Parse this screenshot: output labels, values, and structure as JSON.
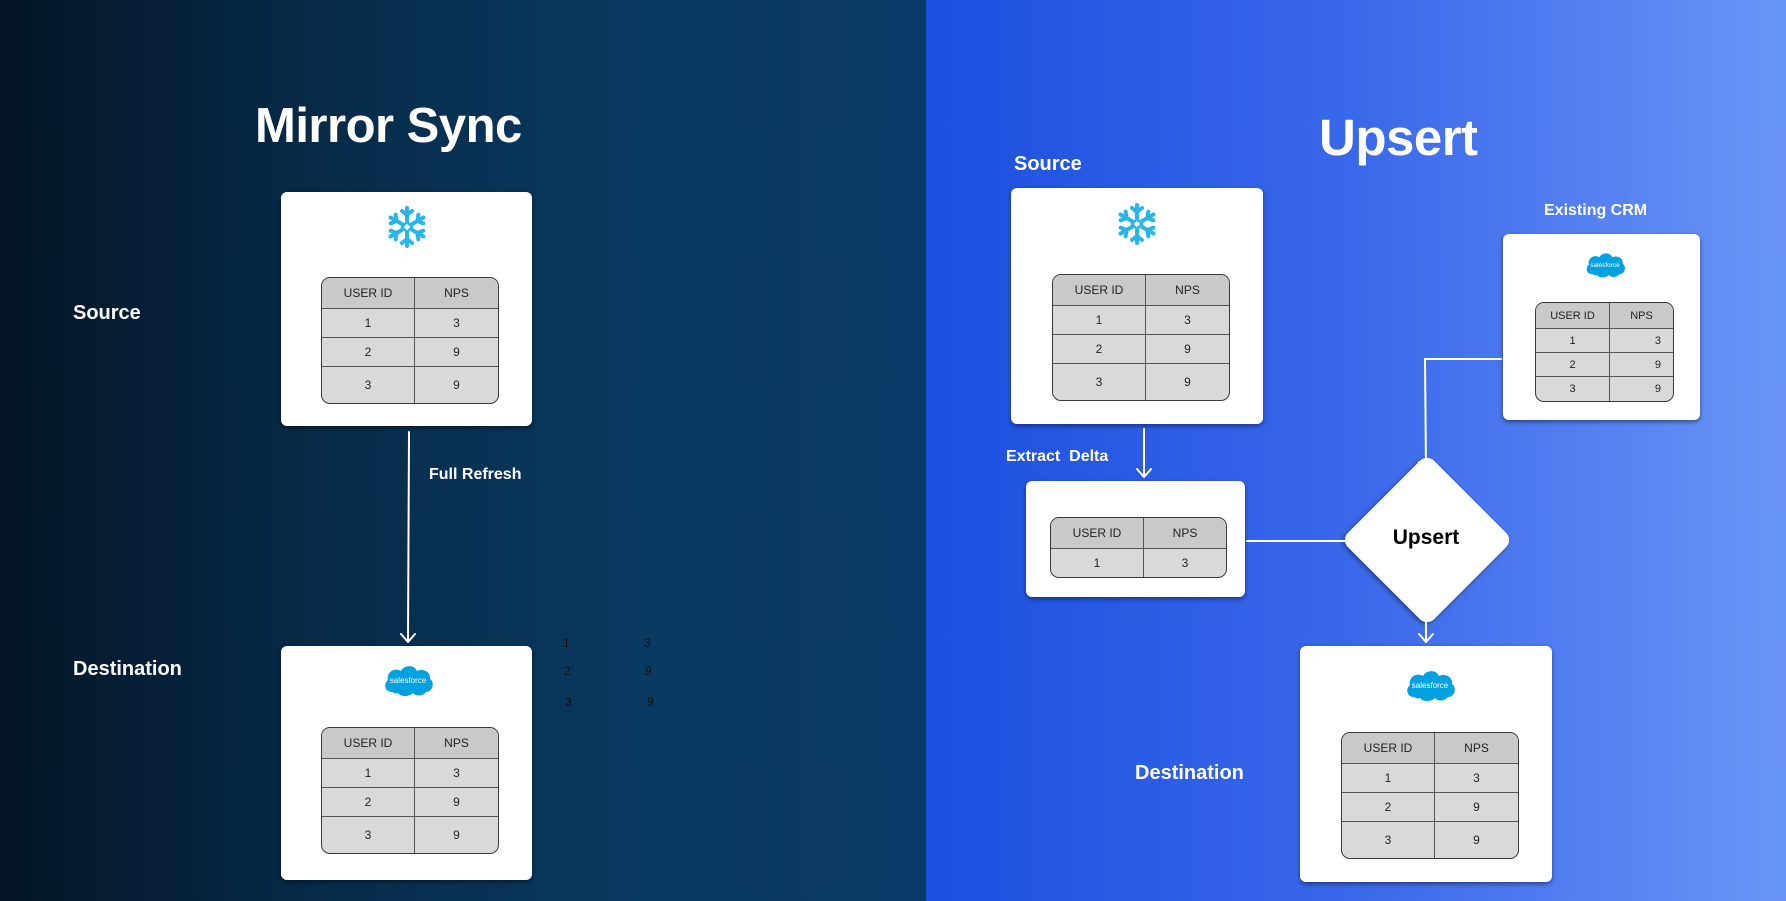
{
  "mirror": {
    "title": "Mirror Sync",
    "source_label": "Source",
    "destination_label": "Destination",
    "refresh_label": "Full Refresh",
    "source_table": {
      "headers": [
        "USER ID",
        "NPS"
      ],
      "rows": [
        [
          "1",
          "3"
        ],
        [
          "2",
          "9"
        ],
        [
          "3",
          "9"
        ]
      ]
    },
    "destination_table": {
      "headers": [
        "USER ID",
        "NPS"
      ],
      "rows": [
        [
          "1",
          "3"
        ],
        [
          "2",
          "9"
        ],
        [
          "3",
          "9"
        ]
      ]
    },
    "stray_values": [
      [
        "1",
        "3"
      ],
      [
        "2",
        "9"
      ],
      [
        "3",
        "9"
      ]
    ]
  },
  "upsert": {
    "title": "Upsert",
    "source_label": "Source",
    "existing_crm_label": "Existing CRM",
    "extract_label": "Extract  Delta",
    "operation_label": "Upsert",
    "destination_label": "Destination",
    "source_table": {
      "headers": [
        "USER ID",
        "NPS"
      ],
      "rows": [
        [
          "1",
          "3"
        ],
        [
          "2",
          "9"
        ],
        [
          "3",
          "9"
        ]
      ]
    },
    "crm_table": {
      "headers": [
        "USER ID",
        "NPS"
      ],
      "rows": [
        [
          "1",
          "3"
        ],
        [
          "2",
          "9"
        ],
        [
          "3",
          "9"
        ]
      ]
    },
    "delta_table": {
      "headers": [
        "USER ID",
        "NPS"
      ],
      "rows": [
        [
          "1",
          "3"
        ]
      ]
    },
    "destination_table": {
      "headers": [
        "USER ID",
        "NPS"
      ],
      "rows": [
        [
          "1",
          "3"
        ],
        [
          "2",
          "9"
        ],
        [
          "3",
          "9"
        ]
      ]
    }
  },
  "logos": {
    "salesforce_text": "salesforce",
    "snowflake_icon": "snowflake-icon",
    "salesforce_icon": "salesforce-cloud-icon"
  },
  "colors": {
    "left_bg": "#072b49",
    "right_bg": "#2a5be6",
    "snowflake": "#29b5e8",
    "salesforce": "#00a1e0"
  }
}
